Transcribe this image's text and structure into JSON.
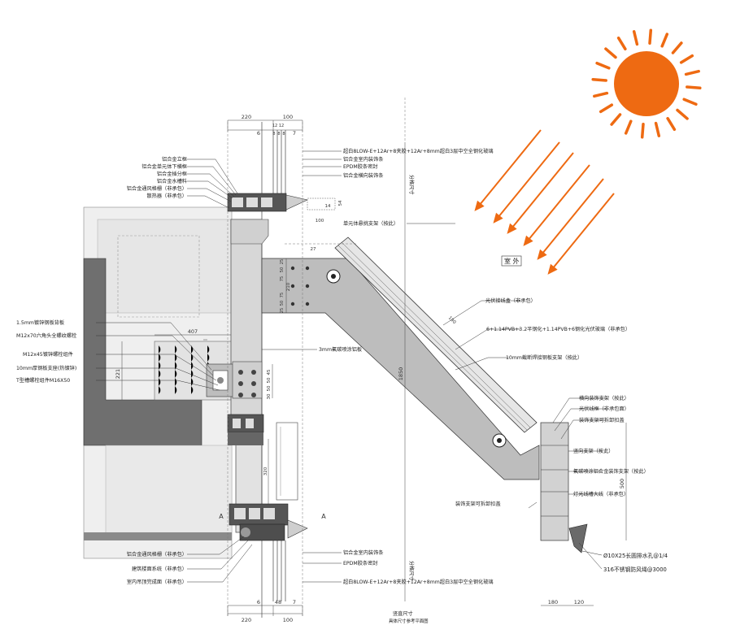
{
  "colors": {
    "sun": "#ee6a12",
    "concrete": "#d9d9d9",
    "dark_slab": "#6f6f6f",
    "steel": "#b5b5b5",
    "line": "#333333"
  },
  "icons": [
    "sun-icon",
    "sun-ray-arrow-icon"
  ],
  "outdoor_label": "室 外",
  "left_labels": [
    "铝合金立框",
    "铝合金单元体下横框",
    "铝合金插分框",
    "铝合金水槽料",
    "铝合金通风格栅（非承包）",
    "散热器（非承包）"
  ],
  "left_mid_labels": [
    "1.5mm镀锌钢板背板",
    "M12x70六角头全螺纹螺栓",
    "M12x45镀锌螺栓组件",
    "10mm厚钢板支座(热镀锌)",
    "T型槽螺栓组件M16X50"
  ],
  "left_bottom_labels": [
    "铝合金通风格栅（非承包）",
    "建筑楼面系统（非承包）",
    "室内吊顶完成面（非承包）"
  ],
  "top_labels": [
    "超白8LOW-E+12Ar+8夹胶+12Ar+8mm超白3层中空全钢化玻璃",
    "铝合金室内装饰条",
    "EPDM胶条密封",
    "铝合金横向装饰条"
  ],
  "bottom_labels": [
    "铝合金室内装饰条",
    "EPDM胶条密封",
    "超白8LOW-E+12Ar+8夹胶+12Ar+8mm超白3层中空全钢化玻璃"
  ],
  "right_labels": [
    "单元体悬挑支架（按此）",
    "光伏接线盒（非承包）",
    "6+1.14PVB+3.2半钢化+1.14PVB+6钢化光伏玻璃（非承包）",
    "10mm截断焊接钢板支架（按此）",
    "3mm氟碳喷涂铝板",
    "横向装饰支架（按此）",
    "光伏线框（非承包面）",
    "装饰支架可拆卸扣盖",
    "竖向支架（按此）",
    "氟碳喷涂铝合金装饰支架（按此）",
    "灯光线槽大线（非承包）",
    "装饰支架可拆卸扣盖",
    "Ø10X25长圆排水孔@1/4",
    "316不锈钢防风绳@3000"
  ],
  "dimensions": {
    "top": [
      "220",
      "100",
      "12",
      "12",
      "6",
      "8",
      "8",
      "8",
      "7"
    ],
    "bottom": [
      "220",
      "100",
      "6",
      "48",
      "7",
      "180",
      "120"
    ],
    "slab": [
      "407",
      "221"
    ],
    "bolts": [
      "45",
      "50",
      "50",
      "30"
    ],
    "plate": [
      "25",
      "50",
      "75",
      "210",
      "75",
      "50",
      "25"
    ],
    "misc": [
      "14",
      "100",
      "54",
      "190",
      "1850",
      "500",
      "320",
      "27",
      "A",
      "A"
    ]
  },
  "bottom_notes": [
    "竖直尺寸",
    "具体尺寸参考平面图"
  ],
  "vertical_notes": [
    "分格尺寸",
    "分格尺寸"
  ]
}
